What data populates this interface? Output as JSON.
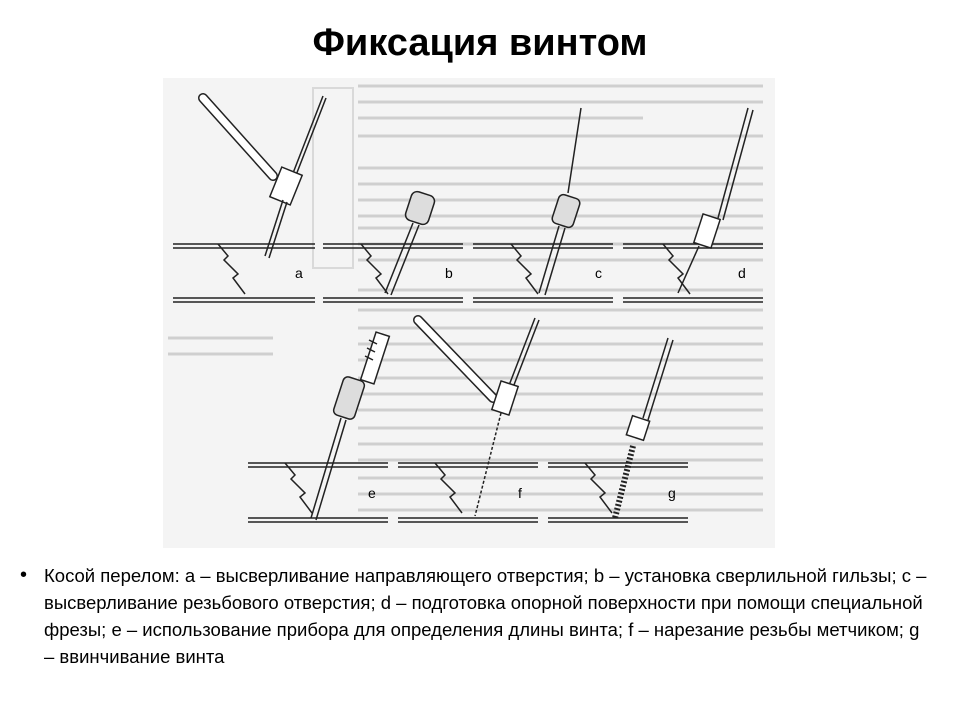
{
  "slide": {
    "title": "Фиксация винтом",
    "caption": "Косой перелом: а – высверливание направляющего отверстия; b – установка сверлильной гильзы; с – высверливание резьбового отверстия; d – подготовка опорной поверхности при помощи специальной фрезы; е – использование прибора для определения длины винта; f – нарезание резьбы метчиком; g – ввинчивание винта"
  },
  "figure": {
    "panel_labels": [
      "a",
      "b",
      "c",
      "d",
      "e",
      "f",
      "g"
    ]
  }
}
